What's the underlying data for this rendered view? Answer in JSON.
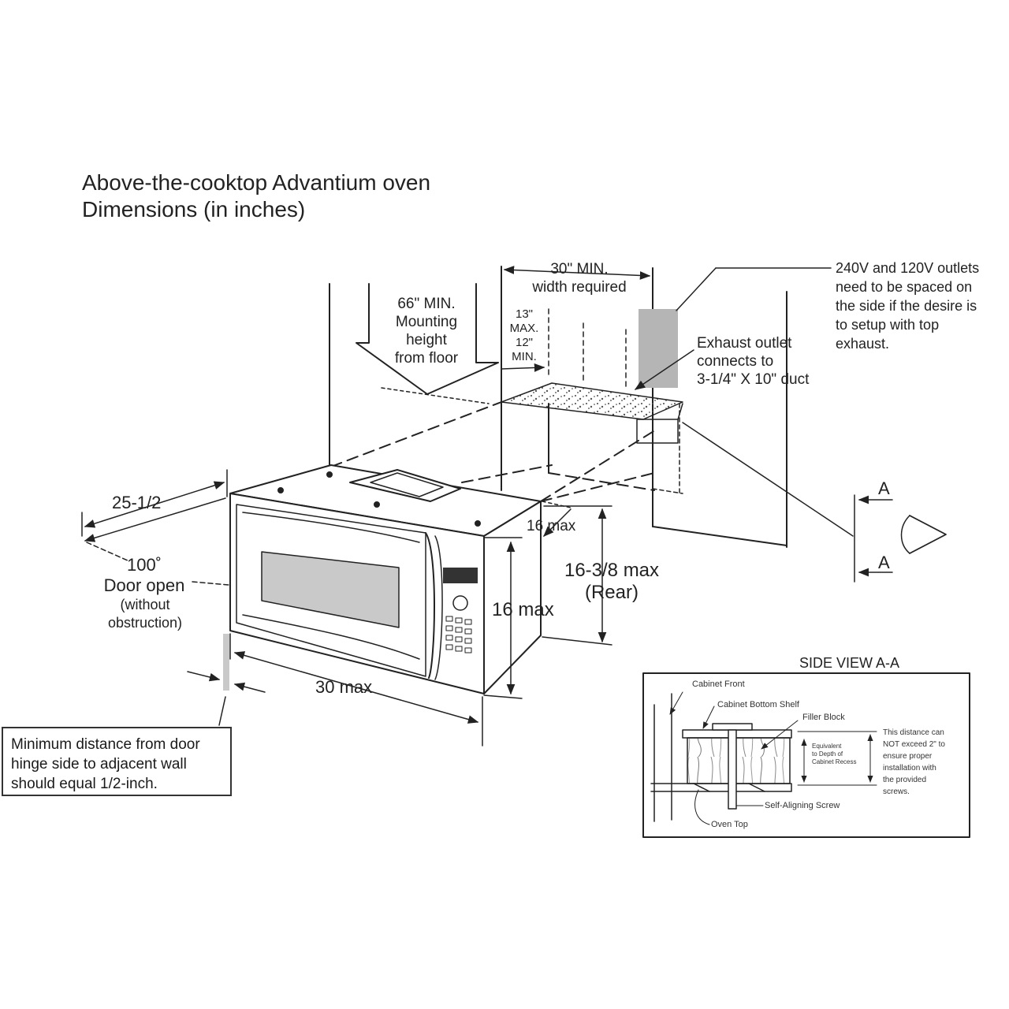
{
  "title": {
    "line1": "Above-the-cooktop Advantium oven",
    "line2": "Dimensions (in inches)"
  },
  "labels": {
    "mounting_height": [
      "66\" MIN.",
      "Mounting",
      "height",
      "from floor"
    ],
    "width_required": [
      "30\" MIN.",
      "width required"
    ],
    "vertical_range": [
      "13\"",
      "MAX.",
      "12\"",
      "MIN."
    ],
    "exhaust": [
      "Exhaust outlet",
      "connects to",
      "3-1/4\" X 10\" duct"
    ],
    "outlets_note": [
      "240V and 120V outlets",
      "need to be spaced on",
      "the side if the desire is",
      "to setup with top",
      "exhaust."
    ],
    "depth": "25-1/2",
    "door_open": [
      "100˚",
      "Door open"
    ],
    "door_open_sub": [
      "(without",
      "obstruction)"
    ],
    "depth_16": "16 max",
    "height_rear": [
      "16-3/8 max",
      "(Rear)"
    ],
    "height_front": "16 max",
    "width_30": "30 max",
    "section_mark": "A",
    "hinge_note": "Minimum distance from door hinge side to adjacent wall should equal 1/2-inch."
  },
  "side_view": {
    "title": "SIDE VIEW A-A",
    "cabinet_front": "Cabinet Front",
    "cabinet_bottom_shelf": "Cabinet Bottom Shelf",
    "filler_block": "Filler Block",
    "equivalent": [
      "Equivalent",
      "to Depth of",
      "Cabinet Recess"
    ],
    "distance_note": [
      "This distance can",
      "NOT exceed 2\" to",
      "ensure proper",
      "installation with",
      "the provided",
      "screws."
    ],
    "self_aligning_screw": "Self-Aligning Screw",
    "oven_top": "Oven Top"
  },
  "icons": [
    "arrow-head-icon",
    "eye-symbol-icon",
    "section-arrow-icon"
  ]
}
